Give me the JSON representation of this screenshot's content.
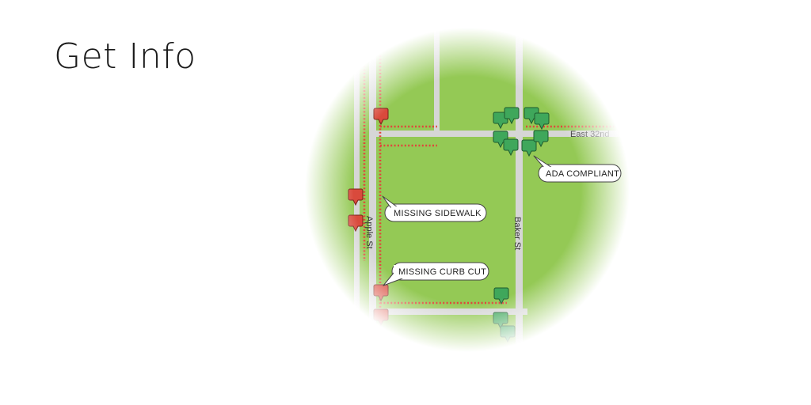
{
  "title": "Get Info",
  "map": {
    "streets": {
      "apple": "Apple St",
      "baker": "Baker St",
      "east32": "East 32nd"
    },
    "callouts": {
      "missing_sidewalk": "MISSING SIDEWALK",
      "missing_curb_cut": "MISSING CURB CUT",
      "ada_compliant": "ADA COMPLIANT"
    },
    "colors": {
      "park": "#94c955",
      "road": "#d6d6d6",
      "problem": "#d94a3c",
      "compliant": "#3fa75b",
      "missing_line": "#e0453a"
    },
    "icons": {
      "problem_marker": "red-map-pin-icon",
      "compliant_marker": "green-map-pin-icon"
    }
  }
}
